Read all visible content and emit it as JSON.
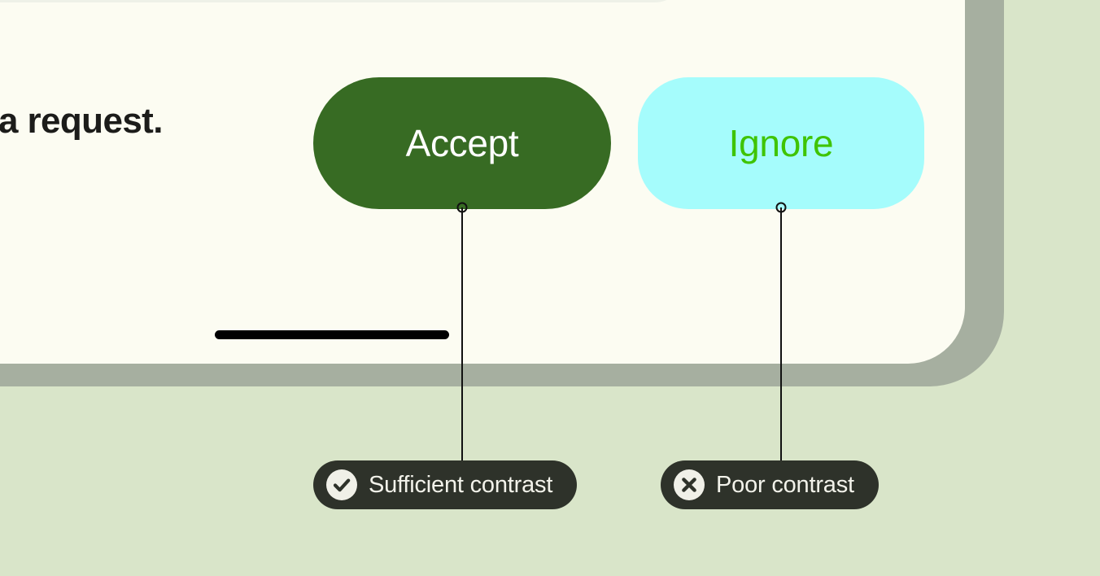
{
  "theme": {
    "page_background": "#D9E5C9",
    "device_bezel": "#A6AFA0",
    "device_screen": "#FCFCF2",
    "card_background": "#EEF1E8",
    "text_primary": "#1C1C1A",
    "accept_button_bg": "#376B23",
    "accept_button_text": "#FFFFFF",
    "ignore_button_bg": "#A5FCFC",
    "ignore_button_text": "#3FC403",
    "badge_bg": "#2E322A",
    "badge_text": "#F2F2EA",
    "badge_icon_bg": "#F0F0E8",
    "connector_line": "#111111",
    "home_indicator": "#000000"
  },
  "screen": {
    "row": {
      "message": "a request.",
      "accept_label": "Accept",
      "ignore_label": "Ignore"
    },
    "home_indicator_name": "home-indicator"
  },
  "annotations": [
    {
      "id": "sufficient",
      "label": "Sufficient contrast",
      "icon": "check-circle-icon",
      "target": "Accept"
    },
    {
      "id": "poor",
      "label": "Poor contrast",
      "icon": "x-circle-icon",
      "target": "Ignore"
    }
  ]
}
